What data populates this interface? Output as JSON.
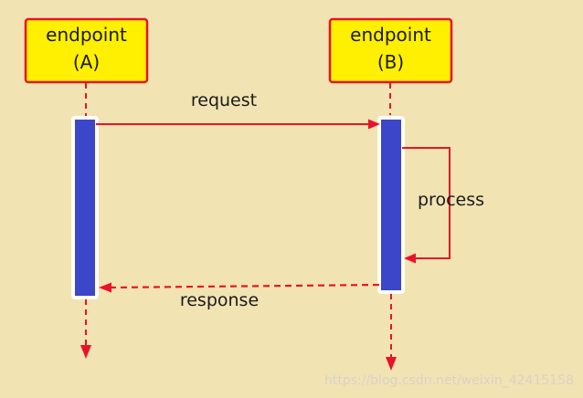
{
  "participants": [
    {
      "name": "endpoint",
      "id": "(A)"
    },
    {
      "name": "endpoint",
      "id": "(B)"
    }
  ],
  "messages": {
    "request": "request",
    "process": "process",
    "response": "response"
  },
  "watermark": "https://blog.csdn.net/weixin_42415158",
  "colors": {
    "background": "#f2e3b3",
    "box_fill": "#ffef00",
    "box_border": "#e8132a",
    "activation_bar": "#3b46c9",
    "arrow": "#e8132a"
  }
}
